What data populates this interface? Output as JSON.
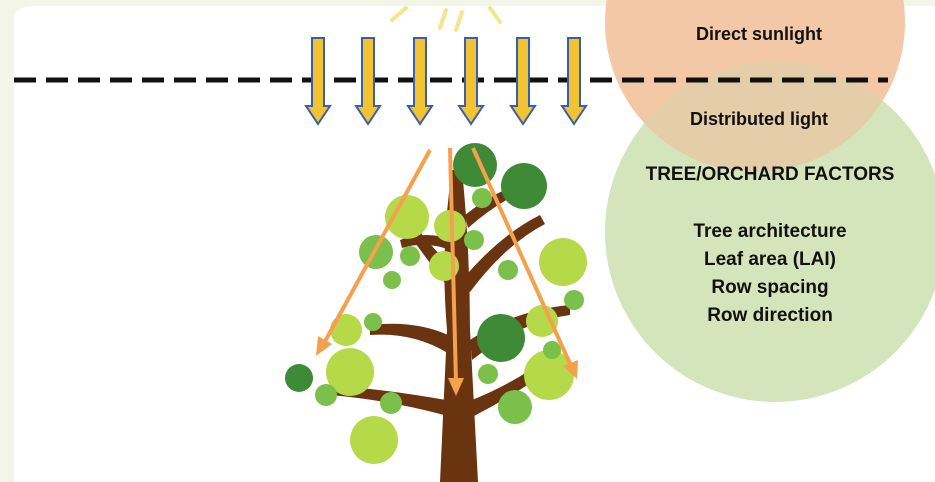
{
  "diagram": {
    "top_circle": {
      "label": "Direct sunlight",
      "color": "#f3c8a6"
    },
    "bottom_circle": {
      "overlap_label": "Distributed light",
      "heading": "TREE/ORCHARD  FACTORS",
      "factors": [
        "Tree architecture",
        "Leaf area (LAI)",
        "Row spacing",
        "Row direction"
      ],
      "color": "#d5e5bb"
    },
    "colors": {
      "background": "#f3f6e7",
      "canvas": "#ffffff",
      "sun_arrow_fill": "#f1c232",
      "sun_arrow_outline": "#3a5ea8",
      "distribution_arrow": "#f4a04d",
      "trunk": "#6b3410",
      "leaf_dark": "#3f8a36",
      "leaf_mid": "#7bc04a",
      "leaf_light": "#b6d94a",
      "dashed_line": "#111111",
      "sun_rays": "#f6e58a"
    },
    "icons": [
      "sun-ray-icon",
      "down-arrow-icon",
      "tree-icon"
    ]
  }
}
